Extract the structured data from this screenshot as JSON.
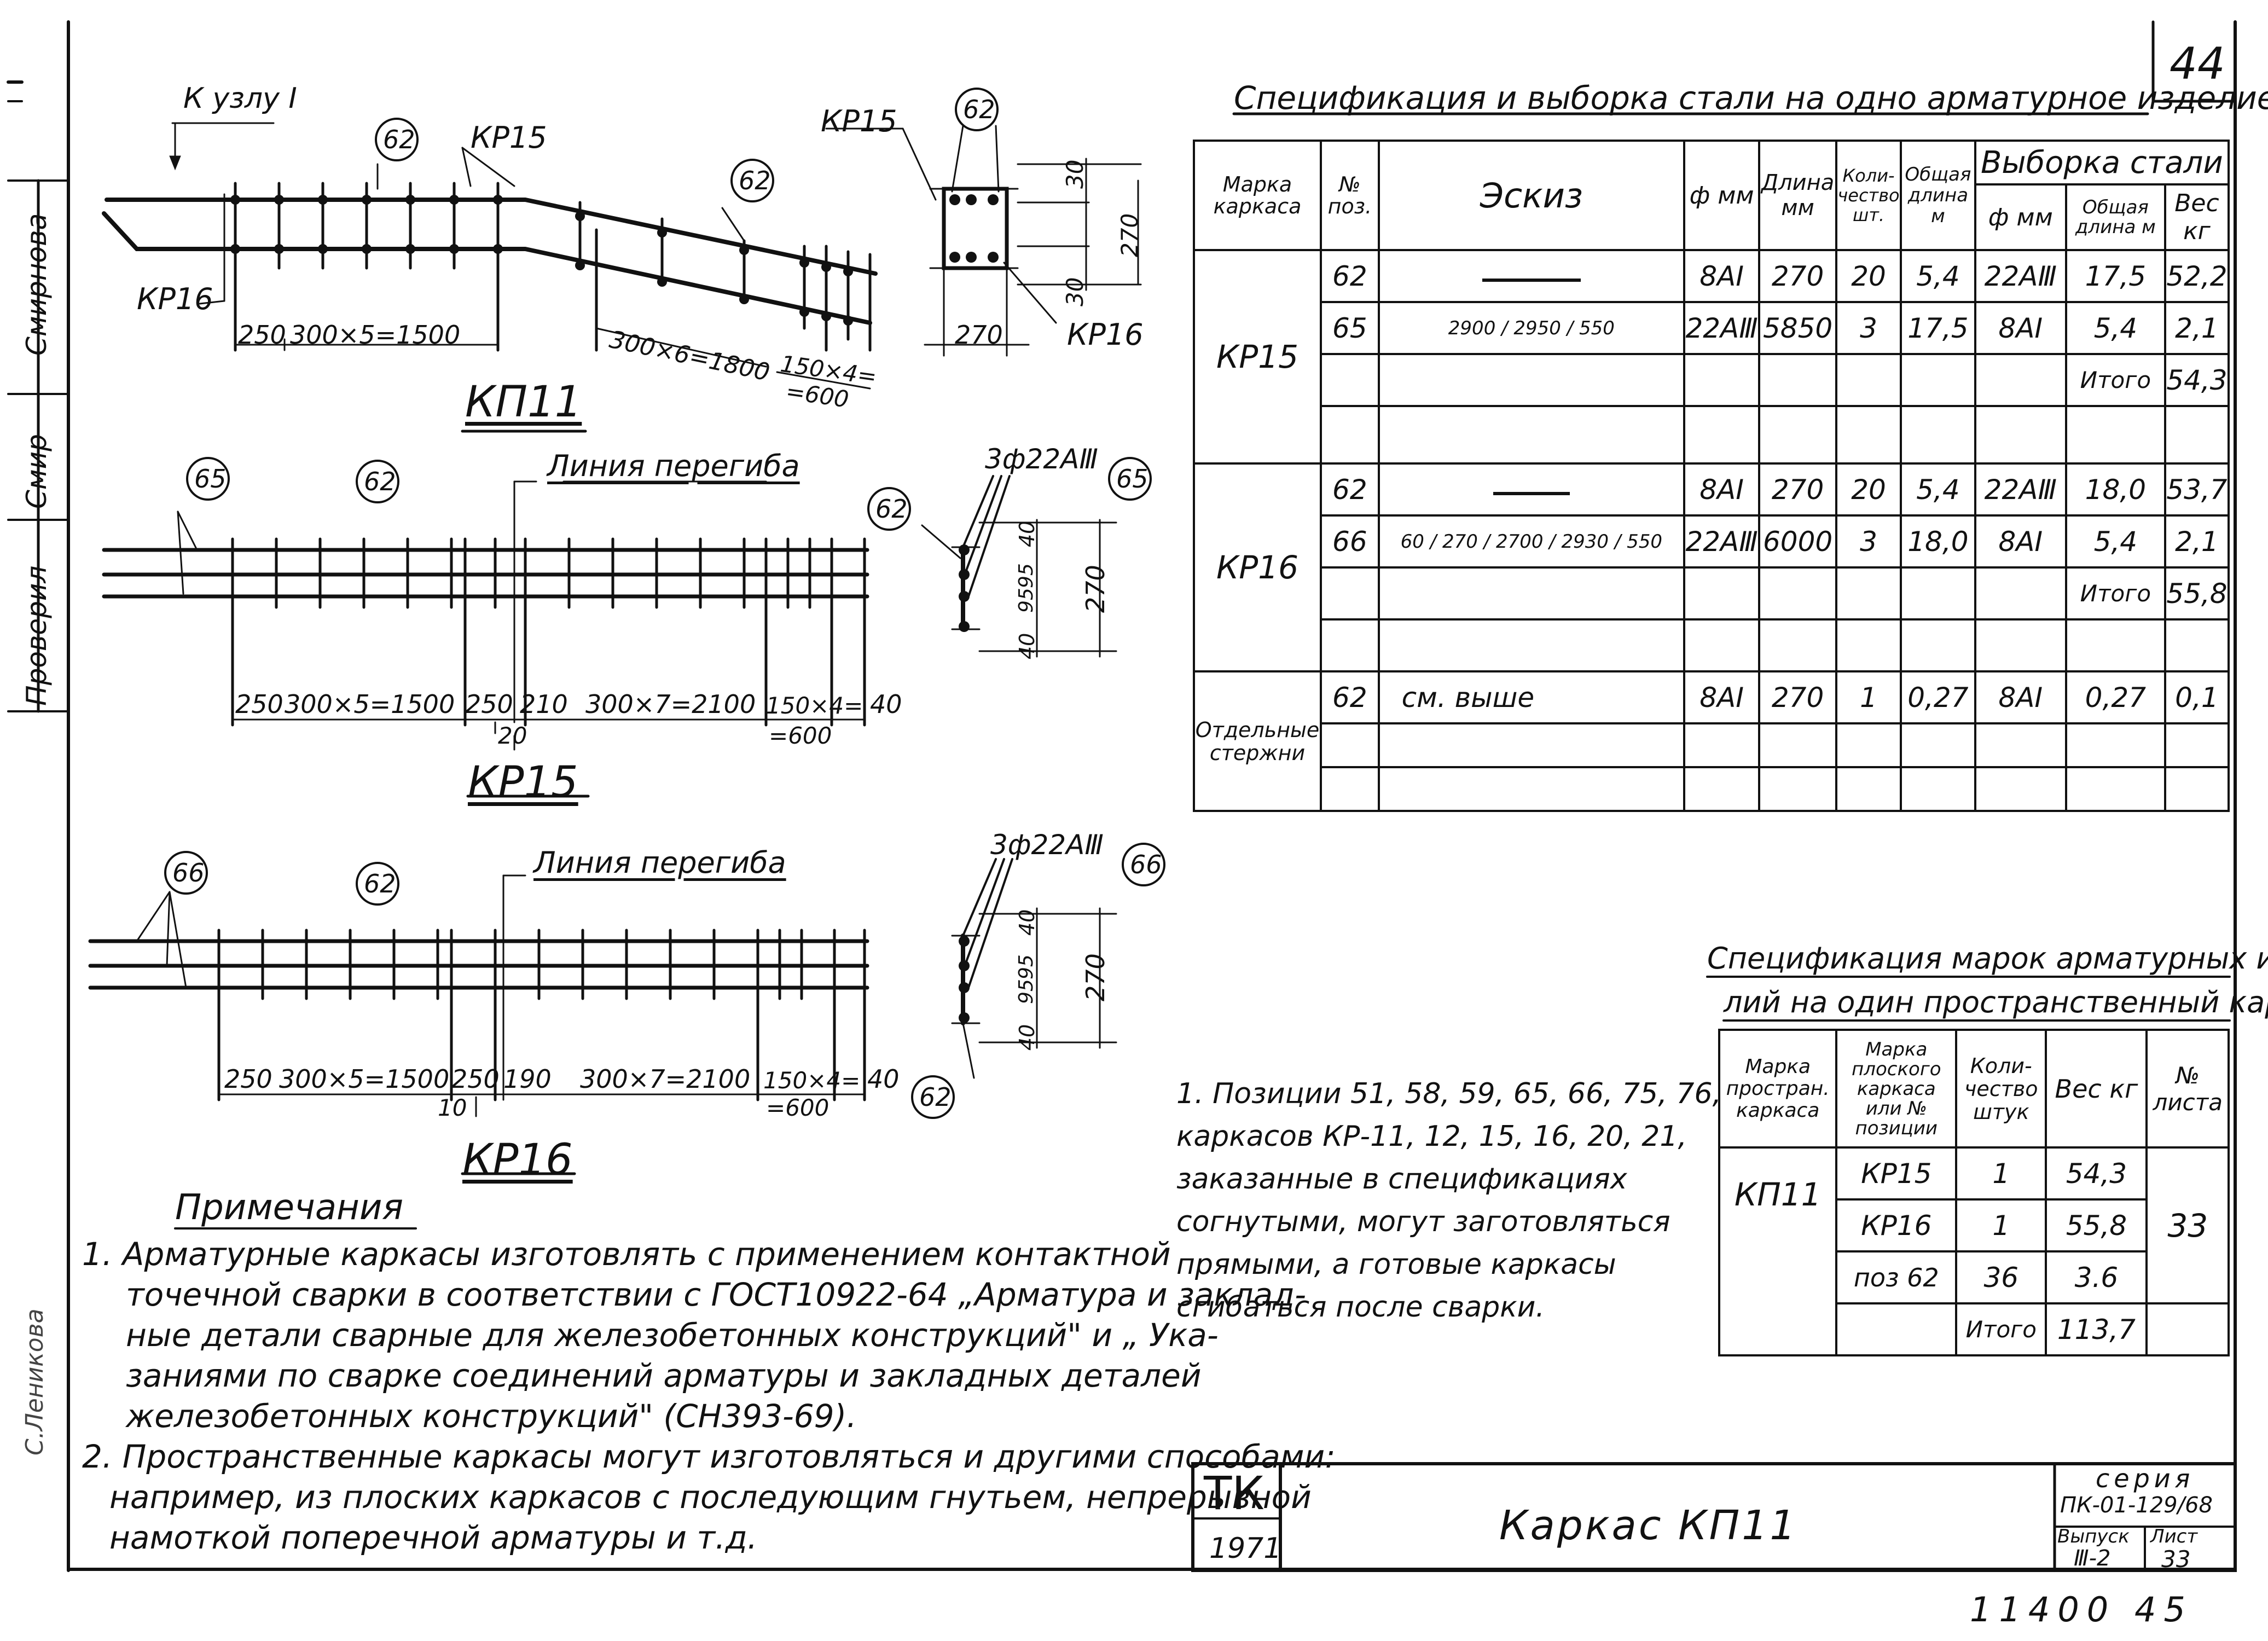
{
  "sheet_number": "44",
  "page_footer": "11400 45",
  "side_stamp": {
    "cells": [
      "Смирнова",
      "Смир",
      "Проверил"
    ],
    "bottom_name": "С.Леникова"
  },
  "drawings": {
    "kp11": {
      "title": "КП11",
      "callout": "К узлу I",
      "labels": [
        "КР15",
        "КР16",
        "КР15",
        "КР16"
      ],
      "positions": [
        "62",
        "62",
        "62"
      ],
      "dims": [
        "250",
        "300×5=1500",
        "300×6=1800",
        "150×4=",
        "=600"
      ],
      "section_dims": [
        "30",
        "270",
        "30",
        "270"
      ]
    },
    "kp15": {
      "title": "КР15",
      "bend_line": "Линия перегиба",
      "positions": [
        "65",
        "62",
        "62",
        "65"
      ],
      "bar_spec": "3ф22АⅢ",
      "dims": [
        "250",
        "300×5=1500",
        "250",
        "210",
        "300×7=2100",
        "150×4=",
        "=600",
        "40",
        "20"
      ],
      "section_dims": [
        "40",
        "95",
        "95",
        "40",
        "270"
      ]
    },
    "kp16": {
      "title": "КР16",
      "bend_line": "Линия перегиба",
      "positions": [
        "66",
        "62",
        "62",
        "66"
      ],
      "bar_spec": "3ф22АⅢ",
      "dims": [
        "250",
        "300×5=1500",
        "250",
        "190",
        "300×7=2100",
        "150×4=",
        "=600",
        "40",
        "10"
      ],
      "section_dims": [
        "40",
        "95",
        "95",
        "40",
        "270"
      ]
    }
  },
  "spec_table": {
    "title": "Спецификация и выборка стали на одно арматурное изделие",
    "headers": [
      "Марка каркаса",
      "№ поз.",
      "Эскиз",
      "ф мм",
      "Длина мм",
      "Коли-чество шт.",
      "Общая длина м"
    ],
    "selection_header": "Выборка стали",
    "selection_subheaders": [
      "ф мм",
      "Общая длина м",
      "Вес кг"
    ],
    "groups": [
      {
        "mark": "КР15",
        "rows": [
          {
            "pos": "62",
            "sketch": "",
            "d": "8АI",
            "len": "270",
            "qty": "20",
            "total": "5,4",
            "sd": "22АⅢ",
            "slen": "17,5",
            "w": "52,2"
          },
          {
            "pos": "65",
            "sketch": "2900 / 2950 / 550",
            "d": "22АⅢ",
            "len": "5850",
            "qty": "3",
            "total": "17,5",
            "sd": "8АI",
            "slen": "5,4",
            "w": "2,1"
          }
        ],
        "total_label": "Итого",
        "total": "54,3"
      },
      {
        "mark": "КР16",
        "rows": [
          {
            "pos": "62",
            "sketch": "",
            "d": "8АI",
            "len": "270",
            "qty": "20",
            "total": "5,4",
            "sd": "22АⅢ",
            "slen": "18,0",
            "w": "53,7"
          },
          {
            "pos": "66",
            "sketch": "60 / 270 / 2700 / 2930 / 550",
            "d": "22АⅢ",
            "len": "6000",
            "qty": "3",
            "total": "18,0",
            "sd": "8АI",
            "slen": "5,4",
            "w": "2,1"
          }
        ],
        "total_label": "Итого",
        "total": "55,8"
      },
      {
        "mark": "Отдельные стержни",
        "rows": [
          {
            "pos": "62",
            "sketch": "см. выше",
            "d": "8АI",
            "len": "270",
            "qty": "1",
            "total": "0,27",
            "sd": "8АI",
            "slen": "0,27",
            "w": "0,1"
          }
        ]
      }
    ]
  },
  "marks_table": {
    "title_line1": "Спецификация марок арматурных изде",
    "title_line2": "лий на один пространственный каркас",
    "headers": [
      "Марка простран. каркаса",
      "Марка плоского каркаса или № позиции",
      "Коли-чество штук",
      "Вес кг",
      "№ листа"
    ],
    "mark": "КП11",
    "rows": [
      {
        "item": "КР15",
        "qty": "1",
        "w": "54,3"
      },
      {
        "item": "КР16",
        "qty": "1",
        "w": "55,8"
      },
      {
        "item": "поз 62",
        "qty": "36",
        "w": "3.6"
      }
    ],
    "total_label": "Итого",
    "total": "113,7",
    "sheet": "33"
  },
  "side_note": [
    "1. Позиции 51, 58, 59, 65, 66, 75, 76,",
    "каркасов КР-11, 12, 15, 16, 20, 21,",
    "заказанные в спецификациях",
    "согнутыми, могут заготовляться",
    "прямыми, а готовые каркасы",
    "сгибаться после сварки."
  ],
  "notes": {
    "title": "Примечания",
    "lines": [
      "1. Арматурные каркасы изготовлять с применением контактной",
      "точечной сварки в соответствии с ГОСТ10922-64 „Арматура и заклад-",
      "ные детали сварные для железобетонных конструкций\" и „ Ука-",
      "заниями по сварке соединений арматуры и закладных деталей",
      "железобетонных конструкций\" (СН393-69).",
      "2. Пространственные каркасы могут изготовляться и другими способами:",
      "например, из плоских каркасов с последующим гнутьем, непрерывной",
      "намоткой поперечной арматуры и т.д."
    ]
  },
  "title_block": {
    "org": "ТК",
    "year": "1971",
    "title": "Каркас КП11",
    "series_label": "серия",
    "series": "ПК-01-129/68",
    "issue_label": "Выпуск",
    "issue": "Ⅲ-2",
    "sheet_label": "Лист",
    "sheet": "33"
  }
}
